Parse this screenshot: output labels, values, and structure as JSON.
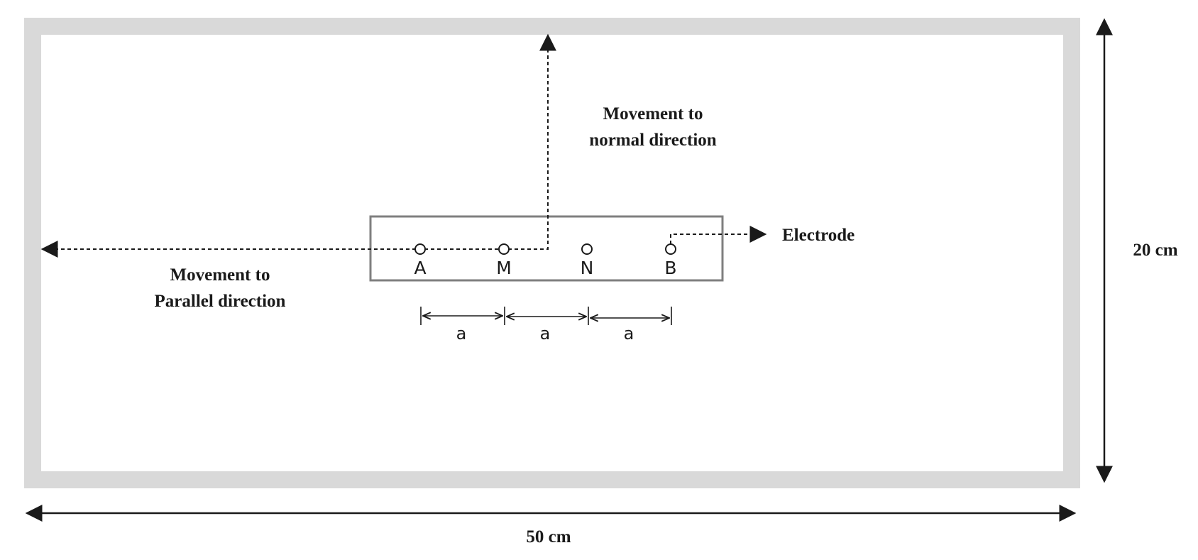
{
  "labels": {
    "normal_line1": "Movement to",
    "normal_line2": "normal direction",
    "parallel_line1": "Movement to",
    "parallel_line2": "Parallel direction",
    "electrode": "Electrode",
    "height": "20 cm",
    "width": "50 cm"
  },
  "electrodes": [
    {
      "label": "A"
    },
    {
      "label": "M"
    },
    {
      "label": "N"
    },
    {
      "label": "B"
    }
  ],
  "spacings": [
    {
      "label": "a"
    },
    {
      "label": "a"
    },
    {
      "label": "a"
    }
  ],
  "colors": {
    "tank_border": "#d9d9d9",
    "electrode_box": "#7f7f7f",
    "ink": "#1a1a1a"
  }
}
